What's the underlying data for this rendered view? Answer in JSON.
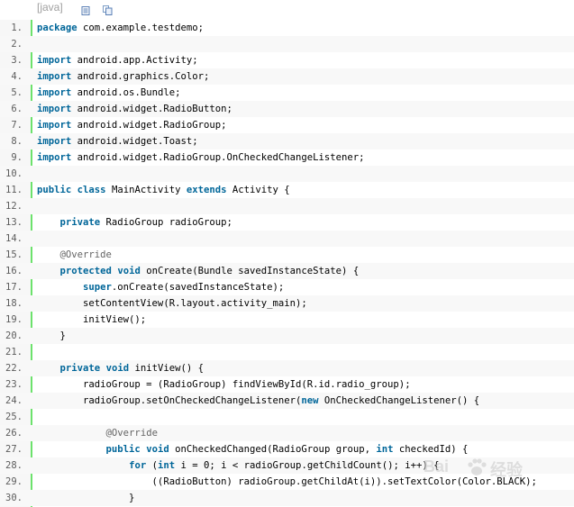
{
  "header": {
    "language": "[java]",
    "icons": [
      "view-source-icon",
      "copy-icon"
    ]
  },
  "colors": {
    "keyword": "#006699",
    "annotation": "#646464",
    "line_number": "#5c5c5c",
    "gutter_border": "#6ce26c"
  },
  "lines": [
    {
      "n": "1.",
      "t": [
        {
          "s": "package",
          "c": "kw"
        },
        {
          "s": " com.example.testdemo;"
        }
      ]
    },
    {
      "n": "2.",
      "t": []
    },
    {
      "n": "3.",
      "t": [
        {
          "s": "import",
          "c": "kw"
        },
        {
          "s": " android.app.Activity;"
        }
      ]
    },
    {
      "n": "4.",
      "t": [
        {
          "s": "import",
          "c": "kw"
        },
        {
          "s": " android.graphics.Color;"
        }
      ]
    },
    {
      "n": "5.",
      "t": [
        {
          "s": "import",
          "c": "kw"
        },
        {
          "s": " android.os.Bundle;"
        }
      ]
    },
    {
      "n": "6.",
      "t": [
        {
          "s": "import",
          "c": "kw"
        },
        {
          "s": " android.widget.RadioButton;"
        }
      ]
    },
    {
      "n": "7.",
      "t": [
        {
          "s": "import",
          "c": "kw"
        },
        {
          "s": " android.widget.RadioGroup;"
        }
      ]
    },
    {
      "n": "8.",
      "t": [
        {
          "s": "import",
          "c": "kw"
        },
        {
          "s": " android.widget.Toast;"
        }
      ]
    },
    {
      "n": "9.",
      "t": [
        {
          "s": "import",
          "c": "kw"
        },
        {
          "s": " android.widget.RadioGroup.OnCheckedChangeListener;"
        }
      ]
    },
    {
      "n": "10.",
      "t": []
    },
    {
      "n": "11.",
      "t": [
        {
          "s": "public",
          "c": "kw"
        },
        {
          "s": " "
        },
        {
          "s": "class",
          "c": "kw"
        },
        {
          "s": " MainActivity "
        },
        {
          "s": "extends",
          "c": "kw"
        },
        {
          "s": " Activity {"
        }
      ]
    },
    {
      "n": "12.",
      "t": []
    },
    {
      "n": "13.",
      "t": [
        {
          "s": "    "
        },
        {
          "s": "private",
          "c": "kw"
        },
        {
          "s": " RadioGroup radioGroup;"
        }
      ]
    },
    {
      "n": "14.",
      "t": []
    },
    {
      "n": "15.",
      "t": [
        {
          "s": "    "
        },
        {
          "s": "@Override",
          "c": "ann"
        }
      ]
    },
    {
      "n": "16.",
      "t": [
        {
          "s": "    "
        },
        {
          "s": "protected",
          "c": "kw"
        },
        {
          "s": " "
        },
        {
          "s": "void",
          "c": "kw"
        },
        {
          "s": " onCreate(Bundle savedInstanceState) {"
        }
      ]
    },
    {
      "n": "17.",
      "t": [
        {
          "s": "        "
        },
        {
          "s": "super",
          "c": "kw"
        },
        {
          "s": ".onCreate(savedInstanceState);"
        }
      ]
    },
    {
      "n": "18.",
      "t": [
        {
          "s": "        setContentView(R.layout.activity_main);"
        }
      ]
    },
    {
      "n": "19.",
      "t": [
        {
          "s": "        initView();"
        }
      ]
    },
    {
      "n": "20.",
      "t": [
        {
          "s": "    }"
        }
      ]
    },
    {
      "n": "21.",
      "t": []
    },
    {
      "n": "22.",
      "t": [
        {
          "s": "    "
        },
        {
          "s": "private",
          "c": "kw"
        },
        {
          "s": " "
        },
        {
          "s": "void",
          "c": "kw"
        },
        {
          "s": " initView() {"
        }
      ]
    },
    {
      "n": "23.",
      "t": [
        {
          "s": "        radioGroup = (RadioGroup) findViewById(R.id.radio_group);"
        }
      ]
    },
    {
      "n": "24.",
      "t": [
        {
          "s": "        radioGroup.setOnCheckedChangeListener("
        },
        {
          "s": "new",
          "c": "kw"
        },
        {
          "s": " OnCheckedChangeListener() {"
        }
      ]
    },
    {
      "n": "25.",
      "t": []
    },
    {
      "n": "26.",
      "t": [
        {
          "s": "            "
        },
        {
          "s": "@Override",
          "c": "ann"
        }
      ]
    },
    {
      "n": "27.",
      "t": [
        {
          "s": "            "
        },
        {
          "s": "public",
          "c": "kw"
        },
        {
          "s": " "
        },
        {
          "s": "void",
          "c": "kw"
        },
        {
          "s": " onCheckedChanged(RadioGroup group, "
        },
        {
          "s": "int",
          "c": "kw"
        },
        {
          "s": " checkedId) {"
        }
      ]
    },
    {
      "n": "28.",
      "t": [
        {
          "s": "                "
        },
        {
          "s": "for",
          "c": "kw"
        },
        {
          "s": " ("
        },
        {
          "s": "int",
          "c": "kw"
        },
        {
          "s": " i = "
        },
        {
          "s": "0",
          "c": "num"
        },
        {
          "s": "; i < radioGroup.getChildCount(); i++) {"
        }
      ]
    },
    {
      "n": "29.",
      "t": [
        {
          "s": "                    ((RadioButton) radioGroup.getChildAt(i)).setTextColor(Color.BLACK);"
        }
      ]
    },
    {
      "n": "30.",
      "t": [
        {
          "s": "                }"
        }
      ]
    }
  ],
  "watermark": {
    "text_latin": "Bai",
    "text_cn": "经验"
  }
}
